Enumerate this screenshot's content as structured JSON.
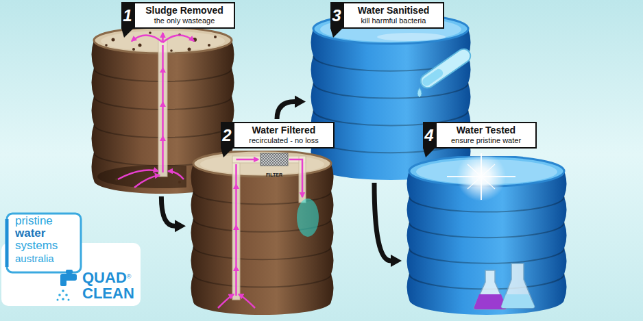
{
  "diagram": {
    "nodes": [
      {
        "text": [
          "Sludge Removed",
          "the only wasteage"
        ]
      },
      {
        "text": [
          "Water Filtered",
          "recirculated - no loss"
        ]
      },
      {
        "text": [
          "Water Sanitised",
          "kill harmful bacteria"
        ]
      },
      {
        "text": [
          "Water Tested",
          "ensure pristine water"
        ]
      }
    ],
    "edges": [
      {
        "from": 0,
        "to": 1,
        "arrow": "to"
      },
      {
        "from": 1,
        "to": 2,
        "arrow": "to"
      },
      {
        "from": 2,
        "to": 3,
        "arrow": "to"
      }
    ],
    "labels": [
      "1",
      "2",
      "3",
      "4",
      "FILTER",
      "pristine",
      "water",
      "systems",
      "australia",
      "QUAD",
      "®",
      "CLEAN"
    ]
  }
}
